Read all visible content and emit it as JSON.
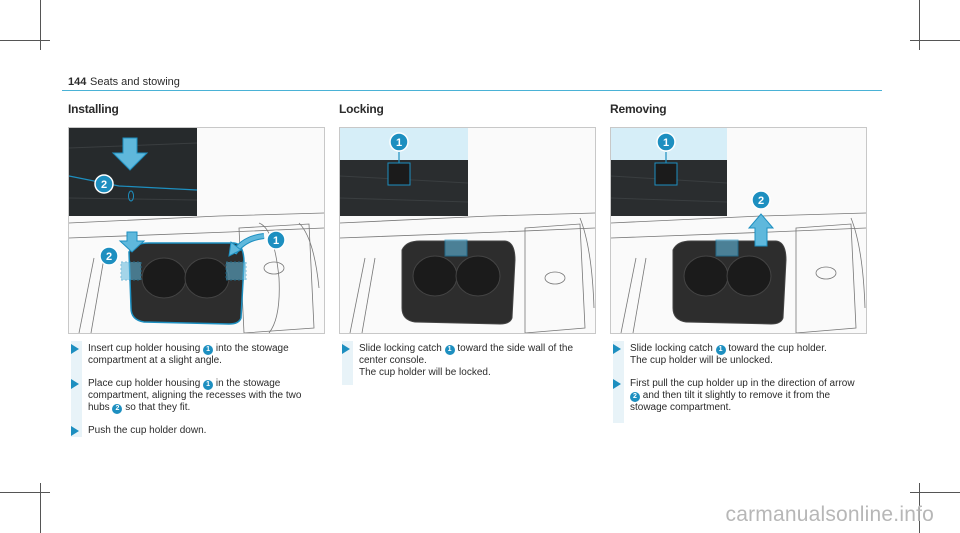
{
  "header": {
    "page_number": "144",
    "section": "Seats and stowing"
  },
  "accent_color": "#1d8fc0",
  "columns": [
    {
      "title": "Installing",
      "steps": [
        {
          "before": "Insert cup holder housing ",
          "badge": "1",
          "after": " into the stowage compartment at a slight angle."
        },
        {
          "before": "Place cup holder housing ",
          "badge": "1",
          "middle": " in the stowage compartment, aligning the recesses with the two hubs ",
          "badge2": "2",
          "after": " so that they fit."
        },
        {
          "before": "Push the cup holder down."
        }
      ],
      "image_labels": [
        "2",
        "2",
        "1"
      ]
    },
    {
      "title": "Locking",
      "steps": [
        {
          "before": "Slide locking catch ",
          "badge": "1",
          "after": " toward the side wall of the center console.",
          "result": "The cup holder will be locked."
        }
      ],
      "image_labels": [
        "1"
      ]
    },
    {
      "title": "Removing",
      "steps": [
        {
          "before": "Slide locking catch ",
          "badge": "1",
          "after": " toward the cup holder.",
          "result": "The cup holder will be unlocked."
        },
        {
          "before": "First pull the cup holder up in the direction of arrow ",
          "badge": "2",
          "after": " and then tilt it slightly to remove it from the stowage compartment."
        }
      ],
      "image_labels": [
        "1",
        "2"
      ]
    }
  ],
  "watermark": "carmanualsonline.info"
}
